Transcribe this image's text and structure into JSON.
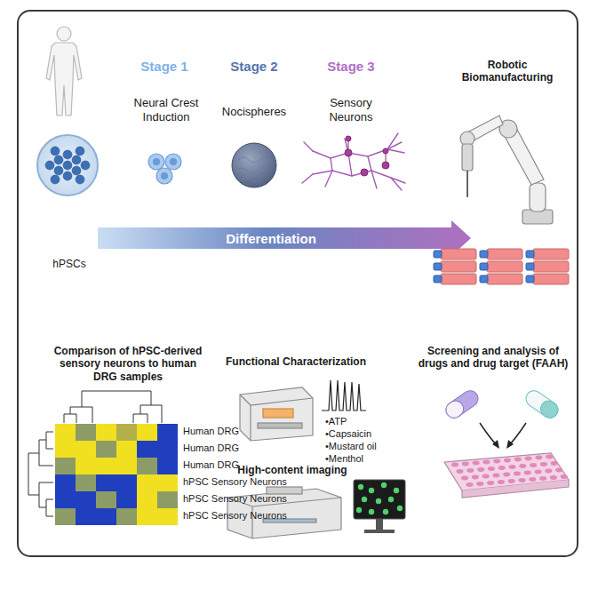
{
  "diagram": {
    "nodes": [
      {
        "text": [
          "Differentiation"
        ]
      }
    ],
    "edges": [],
    "labels": [
      "Stage 1",
      "Neural Crest Induction",
      "Stage 2",
      "Nocispheres",
      "Stage 3",
      "Sensory Neurons",
      "Robotic Biomanufacturing",
      "hPSCs",
      "Comparison of hPSC-derived sensory neurons to human DRG samples",
      "Human DRG",
      "Human DRG",
      "Human DRG",
      "hPSC Sensory Neurons",
      "hPSC Sensory Neurons",
      "hPSC Sensory Neurons",
      "Functional Characterization",
      "•ATP",
      "•Capsaicin",
      "•Mustard oil",
      "•Menthol",
      "High-content imaging",
      "Screening and analysis of drugs and drug target (FAAH)"
    ]
  }
}
